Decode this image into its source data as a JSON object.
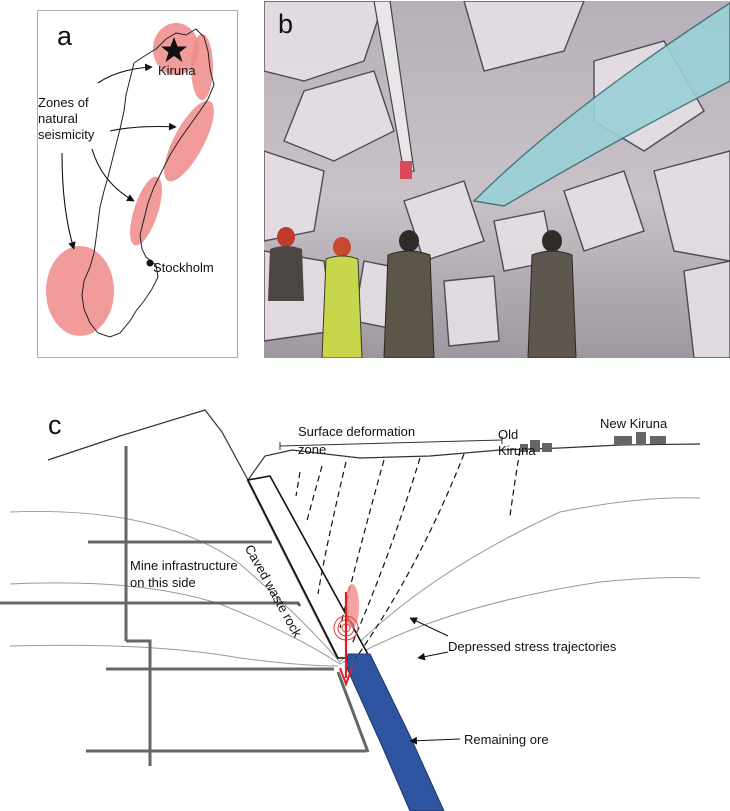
{
  "panel_a": {
    "letter": "a",
    "zones_label_1": "Zones of",
    "zones_label_2": "natural",
    "zones_label_3": "seismicity",
    "city_north": "Kiruna",
    "city_south": "Stockholm",
    "zone_color": "#f08a8a"
  },
  "panel_b": {
    "letter": "b"
  },
  "panel_c": {
    "letter": "c",
    "surface_label_1": "Surface deformation",
    "surface_label_2": "zone",
    "old_town_1": "Old",
    "old_town_2": "Kiruna",
    "new_town": "New Kiruna",
    "caved_label": "Caved waste rock",
    "infra_label_1": "Mine infrastructure",
    "infra_label_2": "on this side",
    "stress_label": "Depressed stress trajectories",
    "ore_label": "Remaining ore",
    "ore_color": "#2f55a0",
    "infra_color": "#666666"
  }
}
